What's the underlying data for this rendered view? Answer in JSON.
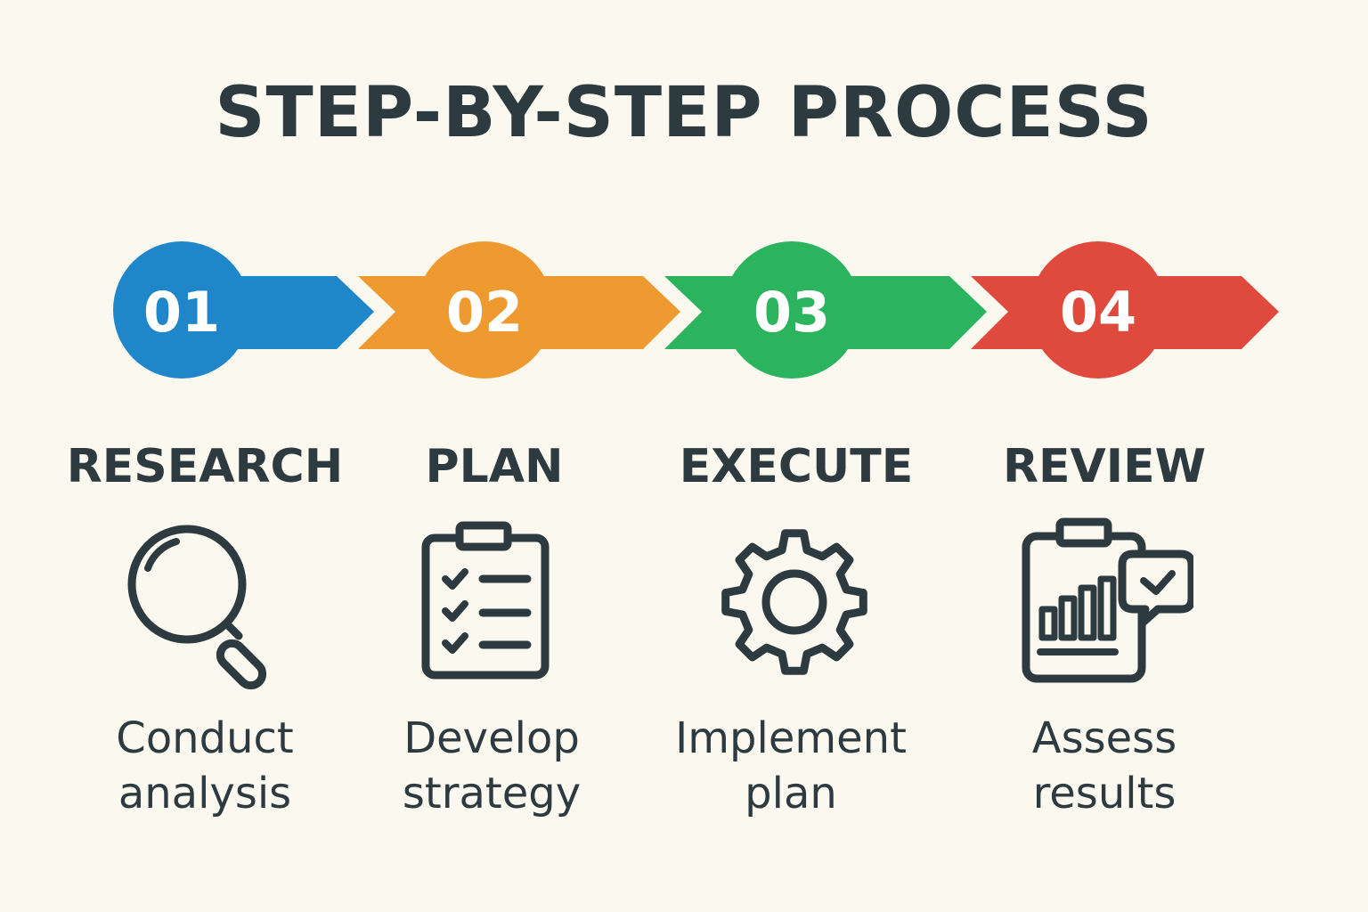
{
  "title": "STEP-BY-STEP PROCESS",
  "steps": [
    {
      "number": "01",
      "label": "RESEARCH",
      "desc_line1": "Conduct",
      "desc_line2": "analysis",
      "color": "#1f86c9",
      "icon": "magnifier-icon"
    },
    {
      "number": "02",
      "label": "PLAN",
      "desc_line1": "Develop",
      "desc_line2": "strategy",
      "color": "#ee9a30",
      "icon": "clipboard-checklist-icon"
    },
    {
      "number": "03",
      "label": "EXECUTE",
      "desc_line1": "Implement",
      "desc_line2": "plan",
      "color": "#2bb35d",
      "icon": "gear-icon"
    },
    {
      "number": "04",
      "label": "REVIEW",
      "desc_line1": "Assess",
      "desc_line2": "results",
      "color": "#e04a3c",
      "icon": "clipboard-chart-check-icon"
    }
  ]
}
